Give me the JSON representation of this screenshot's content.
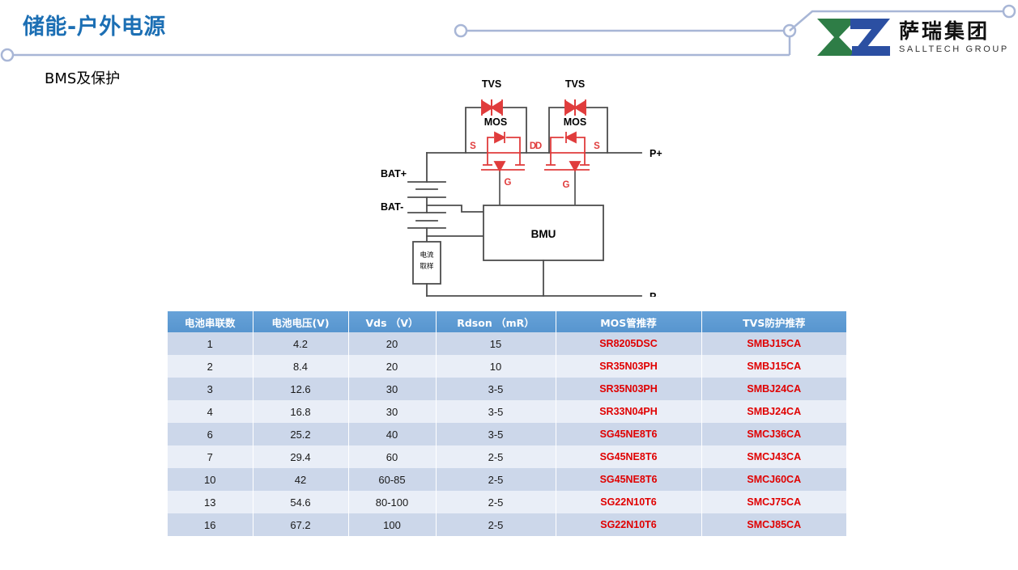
{
  "header": {
    "title": "储能-户外电源",
    "subtitle": "BMS及保护",
    "logo": {
      "cn_name": "萨瑞集团",
      "en_name": "SALLTECH GROUP",
      "green_hex": "#2E7D46",
      "blue_hex": "#2B4FA2"
    },
    "title_color": "#1C6FB4",
    "deco_line_color": "#A8B6D6"
  },
  "diagram": {
    "name": "bms-protection-circuit",
    "labels": {
      "tvs_left": "TVS",
      "tvs_right": "TVS",
      "mos_left": "MOS",
      "mos_right": "MOS",
      "bat_plus": "BAT+",
      "bat_minus": "BAT-",
      "p_plus": "P+",
      "p_minus": "P-",
      "bmu": "BMU",
      "shunt": "电流取样",
      "shunt_line1": "电流",
      "shunt_line2": "取样",
      "mos1_s": "S",
      "mos1_d": "D",
      "mos1_g": "G",
      "mos2_d": "D",
      "mos2_s": "S",
      "mos2_g": "G"
    },
    "colors": {
      "wire": "#4d4d4d",
      "component": "#E03C3C",
      "gate_wire": "#555555"
    }
  },
  "table": {
    "name": "mos-tvs-selection-table",
    "headers": [
      "电池串联数",
      "电池电压(V)",
      "Vds （V）",
      "Rdson （mR）",
      "MOS管推荐",
      "TVS防护推荐"
    ],
    "header_bg": "#5795CF",
    "row_bg_odd": "#CCD7EA",
    "row_bg_even": "#E9EEF7",
    "part_color": "#E00000",
    "rows": [
      {
        "cells": [
          "1",
          "4.2",
          "20",
          "15",
          "SR8205DSC",
          "SMBJ15CA"
        ]
      },
      {
        "cells": [
          "2",
          "8.4",
          "20",
          "10",
          "SR35N03PH",
          "SMBJ15CA"
        ]
      },
      {
        "cells": [
          "3",
          "12.6",
          "30",
          "3-5",
          "SR35N03PH",
          "SMBJ24CA"
        ]
      },
      {
        "cells": [
          "4",
          "16.8",
          "30",
          "3-5",
          "SR33N04PH",
          "SMBJ24CA"
        ]
      },
      {
        "cells": [
          "6",
          "25.2",
          "40",
          "3-5",
          "SG45NE8T6",
          "SMCJ36CA"
        ]
      },
      {
        "cells": [
          "7",
          "29.4",
          "60",
          "2-5",
          "SG45NE8T6",
          "SMCJ43CA"
        ]
      },
      {
        "cells": [
          "10",
          "42",
          "60-85",
          "2-5",
          "SG45NE8T6",
          "SMCJ60CA"
        ]
      },
      {
        "cells": [
          "13",
          "54.6",
          "80-100",
          "2-5",
          "SG22N10T6",
          "SMCJ75CA"
        ]
      },
      {
        "cells": [
          "16",
          "67.2",
          "100",
          "2-5",
          "SG22N10T6",
          "SMCJ85CA"
        ]
      }
    ]
  }
}
